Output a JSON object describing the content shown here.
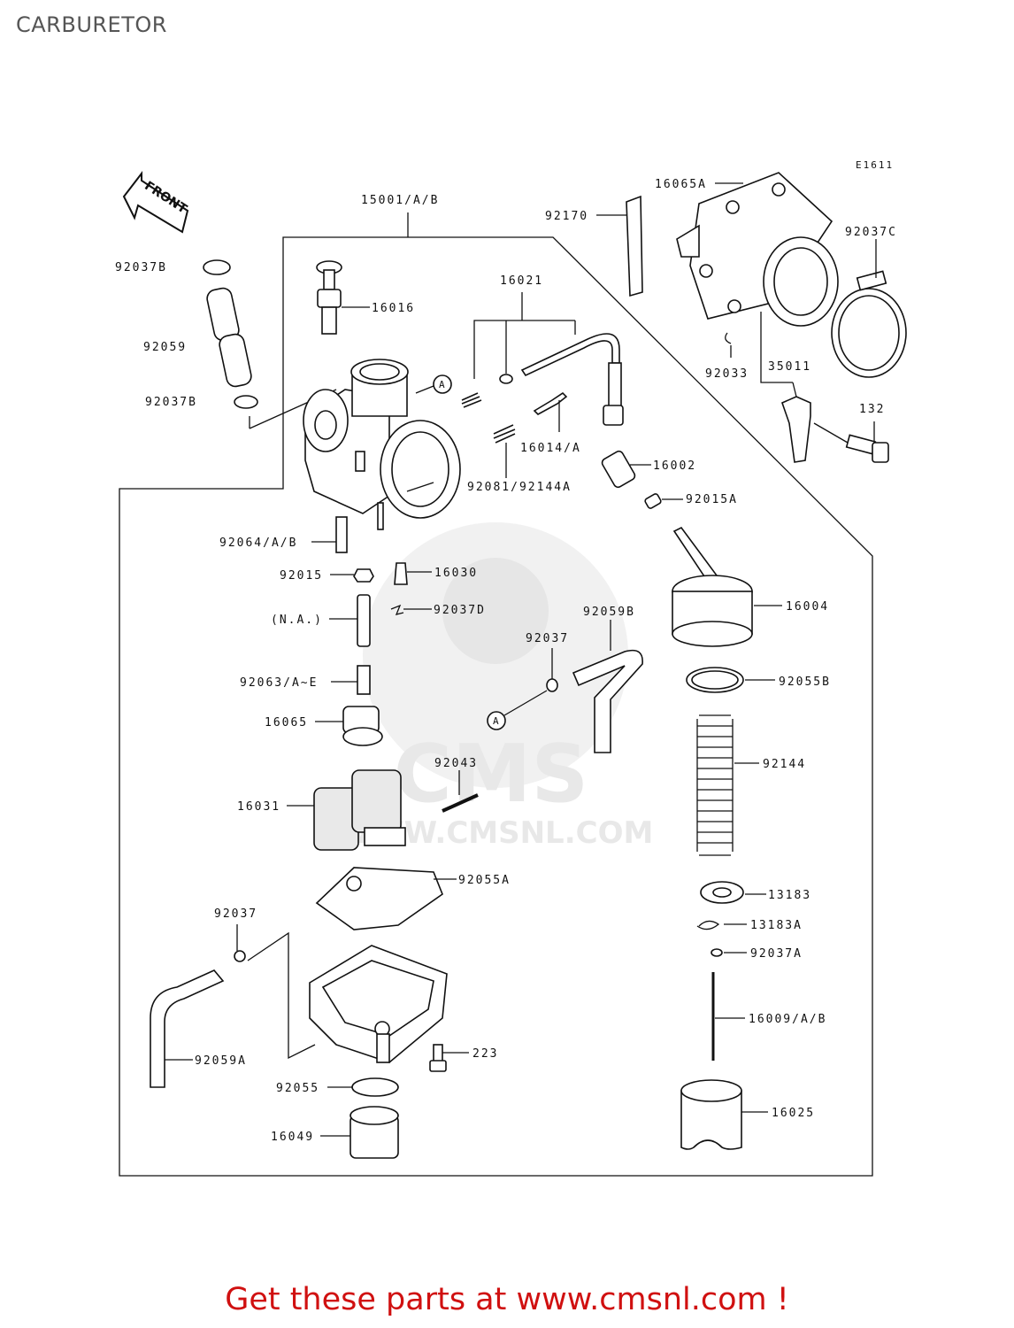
{
  "page": {
    "title": "CARBURETOR"
  },
  "diagram": {
    "code": "E1611",
    "front_label": "FRONT",
    "watermark": {
      "logo": "CMS",
      "url": "WWW.CMSNL.COM"
    },
    "callout_a": "A",
    "parts": {
      "p15001": "15001/A/B",
      "p16065A": "16065A",
      "p92170": "92170",
      "p92037C": "92037C",
      "p92037B_top": "92037B",
      "p92059": "92059",
      "p92037B_bot": "92037B",
      "p16016": "16016",
      "p16021": "16021",
      "p92033": "92033",
      "p35011": "35011",
      "p132": "132",
      "p16014A": "16014/A",
      "p16002": "16002",
      "p92081": "92081/92144A",
      "p92015A": "92015A",
      "p92064": "92064/A/B",
      "p92015": "92015",
      "p16030": "16030",
      "p16004": "16004",
      "pNA": "(N.A.)",
      "p92037D": "92037D",
      "p92059B": "92059B",
      "p92037_mid": "92037",
      "p92063": "92063/A~E",
      "p92055B": "92055B",
      "p16065": "16065",
      "p92144": "92144",
      "p92043": "92043",
      "p16031": "16031",
      "p92055A": "92055A",
      "p13183": "13183",
      "p92037_low": "92037",
      "p13183A": "13183A",
      "p92037A": "92037A",
      "p16009": "16009/A/B",
      "p223": "223",
      "p92059A": "92059A",
      "p92055": "92055",
      "p16025": "16025",
      "p16049": "16049"
    }
  },
  "footer": {
    "cta": "Get these parts at www.cmsnl.com !"
  }
}
